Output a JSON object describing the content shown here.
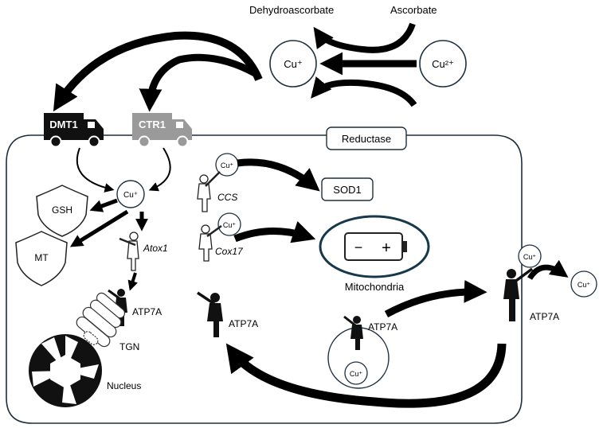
{
  "labels": {
    "dehydroascorbate": "Dehydroascorbate",
    "ascorbate": "Ascorbate",
    "cu_plus": "Cu⁺",
    "cu_2plus": "Cu²⁺",
    "dmt1": "DMT1",
    "ctr1": "CTR1",
    "reductase": "Reductase",
    "gsh": "GSH",
    "mt": "MT",
    "atox1": "Atox1",
    "atp7a": "ATP7A",
    "tgn": "TGN",
    "nucleus": "Nucleus",
    "ccs": "CCS",
    "cox17": "Cox17",
    "sod1": "SOD1",
    "mitochondria": "Mitochondria",
    "battery_minus": "−",
    "battery_plus": "+"
  },
  "colors": {
    "dmt1_truck": "#111111",
    "ctr1_truck": "#9a9a9a",
    "cell_border": "#1f2f3f",
    "mito_border": "#17384a"
  }
}
